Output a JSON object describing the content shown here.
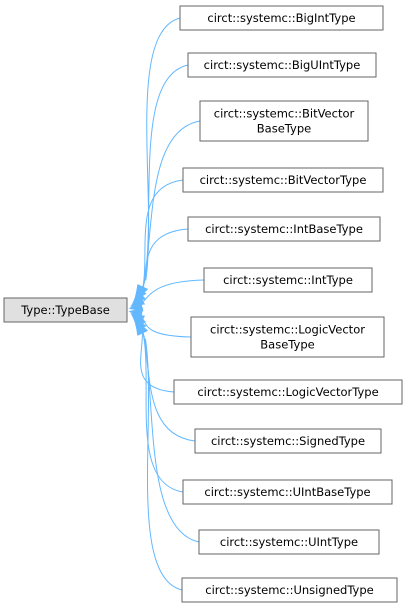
{
  "diagram": {
    "base": {
      "label": "Type::TypeBase"
    },
    "derived": [
      {
        "lines": [
          "circt::systemc::BigIntType"
        ]
      },
      {
        "lines": [
          "circt::systemc::BigUIntType"
        ]
      },
      {
        "lines": [
          "circt::systemc::BitVector",
          "BaseType"
        ]
      },
      {
        "lines": [
          "circt::systemc::BitVectorType"
        ]
      },
      {
        "lines": [
          "circt::systemc::IntBaseType"
        ]
      },
      {
        "lines": [
          "circt::systemc::IntType"
        ]
      },
      {
        "lines": [
          "circt::systemc::LogicVector",
          "BaseType"
        ]
      },
      {
        "lines": [
          "circt::systemc::LogicVectorType"
        ]
      },
      {
        "lines": [
          "circt::systemc::SignedType"
        ]
      },
      {
        "lines": [
          "circt::systemc::UIntBaseType"
        ]
      },
      {
        "lines": [
          "circt::systemc::UIntType"
        ]
      },
      {
        "lines": [
          "circt::systemc::UnsignedType"
        ]
      }
    ],
    "colors": {
      "edge": "#63b8ff",
      "node_border": "#666666",
      "base_fill": "#e0e0e0",
      "node_fill": "#ffffff"
    }
  }
}
